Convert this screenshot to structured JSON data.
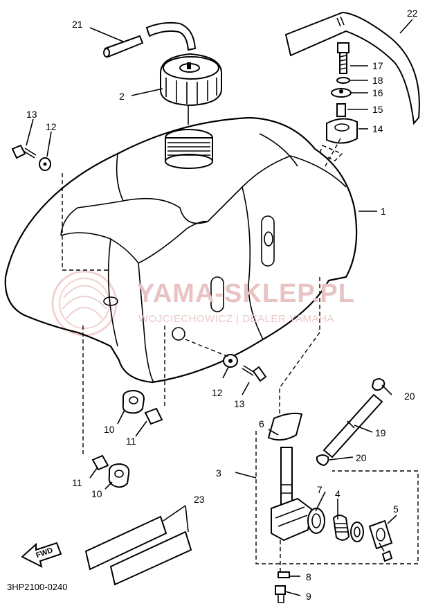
{
  "watermark": {
    "title": "YAMA-SKLEP.PL",
    "subtitle": "WOJCIECHOWICZ | DEALER YAMAHA"
  },
  "callouts": [
    "1",
    "2",
    "3",
    "4",
    "5",
    "6",
    "7",
    "8",
    "9",
    "10",
    "10",
    "11",
    "11",
    "12",
    "12",
    "13",
    "13",
    "14",
    "15",
    "16",
    "17",
    "18",
    "19",
    "20",
    "20",
    "21",
    "22",
    "23"
  ],
  "direction_label": "FWD",
  "figure_code": "3HP2100-0240",
  "colors": {
    "line": "#000000",
    "watermark": "#e7b8b8"
  }
}
